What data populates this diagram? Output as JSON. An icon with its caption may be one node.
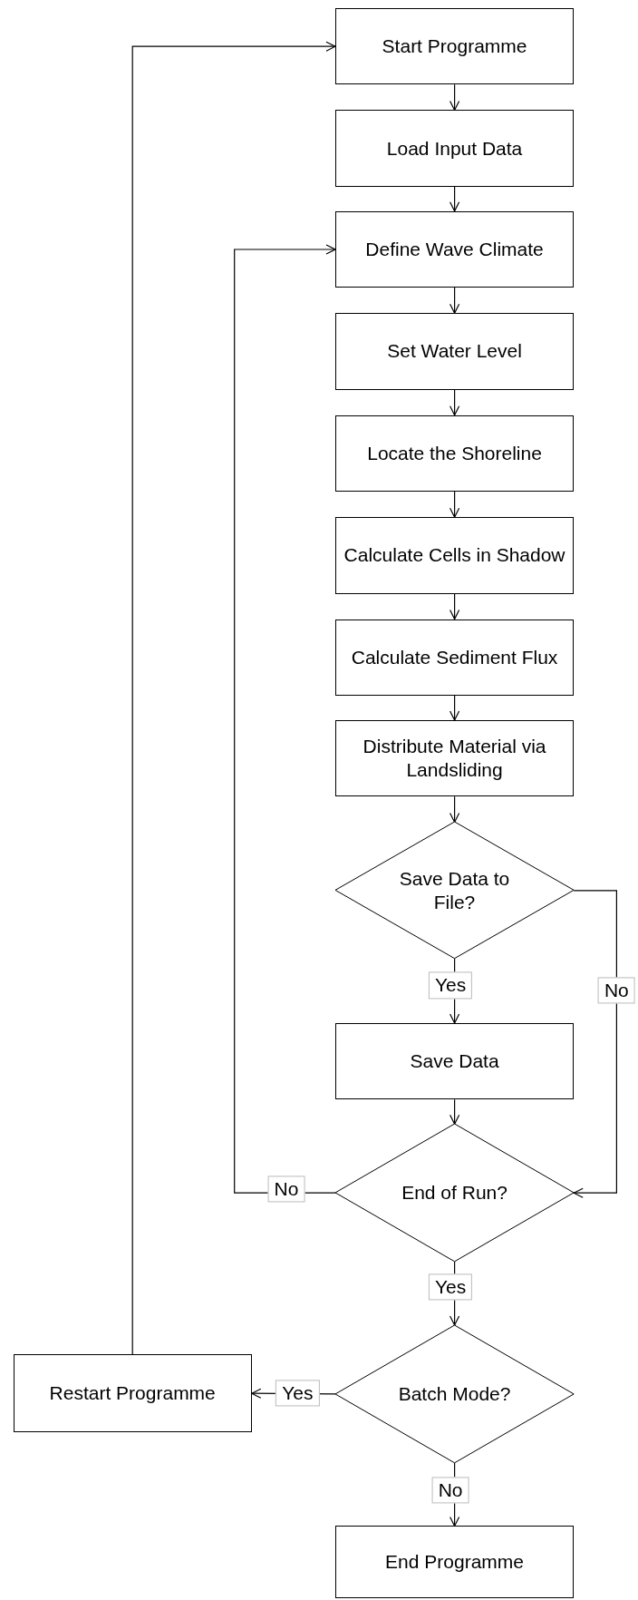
{
  "diagram": {
    "nodes": [
      {
        "text": [
          "Start Programme"
        ]
      },
      {
        "text": [
          "Load Input Data"
        ]
      },
      {
        "text": [
          "Define Wave Climate"
        ]
      },
      {
        "text": [
          "Set Water Level"
        ]
      },
      {
        "text": [
          "Locate the Shoreline"
        ]
      },
      {
        "text": [
          "Calculate Cells in Shadow"
        ]
      },
      {
        "text": [
          "Calculate Sediment Flux"
        ]
      },
      {
        "text": [
          "Distribute Material via Landsliding"
        ]
      },
      {
        "text": [
          "Save Data to File?"
        ]
      },
      {
        "text": [
          "Save Data"
        ]
      },
      {
        "text": [
          "End of Run?"
        ]
      },
      {
        "text": [
          "Batch Mode?"
        ]
      },
      {
        "text": [
          "Restart Programme"
        ]
      },
      {
        "text": [
          "End Programme"
        ]
      }
    ],
    "edges": [
      {
        "from": 0,
        "to": 1,
        "arrow": "to"
      },
      {
        "from": 1,
        "to": 2,
        "arrow": "to"
      },
      {
        "from": 2,
        "to": 3,
        "arrow": "to"
      },
      {
        "from": 3,
        "to": 4,
        "arrow": "to"
      },
      {
        "from": 4,
        "to": 5,
        "arrow": "to"
      },
      {
        "from": 5,
        "to": 6,
        "arrow": "to"
      },
      {
        "from": 6,
        "to": 7,
        "arrow": "to"
      },
      {
        "from": 7,
        "to": 8,
        "arrow": "to"
      },
      {
        "from": 8,
        "to": 9,
        "arrow": "to",
        "label": "Yes"
      },
      {
        "from": 8,
        "to": 10,
        "arrow": "to",
        "label": "No"
      },
      {
        "from": 9,
        "to": 10,
        "arrow": "to"
      },
      {
        "from": 10,
        "to": 2,
        "arrow": "to",
        "label": "No"
      },
      {
        "from": 10,
        "to": 11,
        "arrow": "to",
        "label": "Yes"
      },
      {
        "from": 11,
        "to": 12,
        "arrow": "to",
        "label": "Yes"
      },
      {
        "from": 11,
        "to": 13,
        "arrow": "to",
        "label": "No"
      },
      {
        "from": 12,
        "to": 0,
        "arrow": "to"
      }
    ]
  }
}
